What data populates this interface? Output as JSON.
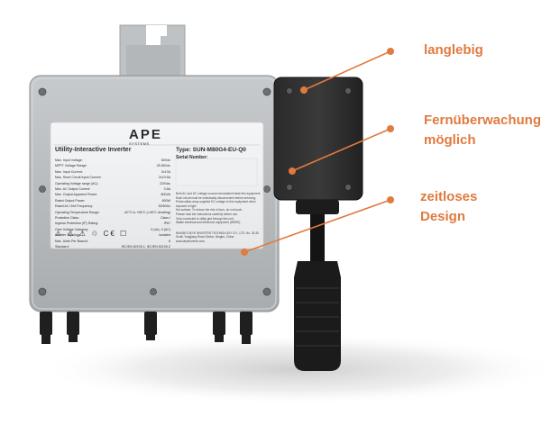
{
  "callouts": [
    {
      "lines": [
        "langlebig"
      ]
    },
    {
      "lines": [
        "Fernüberwachung",
        "möglich"
      ]
    },
    {
      "lines": [
        "zeitloses",
        "Design"
      ]
    }
  ],
  "accent_color": "#e07a3f",
  "housing_color": "#b9bcbf",
  "nameplate": {
    "brand": "APE",
    "brand_sub": "SYSTEMS",
    "title": "Utility-Interactive Inverter",
    "type": "Type: SUN-M80G4-EU-Q0",
    "serial_label": "Serial Number:",
    "specs": [
      {
        "label": "Max. Input Voltage:",
        "value": "60Vdc"
      },
      {
        "label": "MPPT Voltage Range:",
        "value": "25-55Vdc"
      },
      {
        "label": "Max. Input Current:",
        "value": "2x13A"
      },
      {
        "label": "Max. Short Circuit Input Current:",
        "value": "2x19.5A"
      },
      {
        "label": "Operating Voltage range (AC):",
        "value": "220Vac"
      },
      {
        "label": "Max. AC Output Current:",
        "value": "3.5A"
      },
      {
        "label": "Max. Output Apparent Power:",
        "value": "800VA"
      },
      {
        "label": "Rated Output Power:",
        "value": "800W"
      },
      {
        "label": "Rated AC Grid Frequency:",
        "value": "50/60Hz"
      },
      {
        "label": "Operating Temperature Range:",
        "value": "-40°C to +65°C (>45°C derating)"
      },
      {
        "label": "Protective Class:",
        "value": "Class I"
      },
      {
        "label": "Ingress Protection (IP) Rating:",
        "value": "IP67"
      },
      {
        "label": "Over Voltage Category:",
        "value": "II (dc), II (AC)"
      },
      {
        "label": "Inverter Topology:",
        "value": "Isolated"
      },
      {
        "label": "Max. Units Per Branch:",
        "value": "6"
      },
      {
        "label": "Standard:",
        "value": "IEC/EN 62109-1, IEC/EN 62109-2"
      }
    ],
    "warnings": [
      "Both AC and DC voltage sources terminated inside this equipment.",
      "Each circuit must be individually disconnected before servicing.",
      "Photovoltaic array supplied DC voltage to this equipment when exposed to light.",
      "Hot surface: To reduce the risk of burn, do not touch.",
      "Please read the instructions carefully before use.",
      "Only connected to utility grid through this unit.",
      "Waste electrical and electronic equipment (WEEE)."
    ],
    "maker": "NINGBO DEYE INVERTER TECHNOLOGY CO., LTD. No. 26-30 South Yongjiang Road, Beilun, Ningbo, China www.deyeinverter.com",
    "icons": "⚠ ⚠ ⚠ ♲ C€ ☐"
  }
}
